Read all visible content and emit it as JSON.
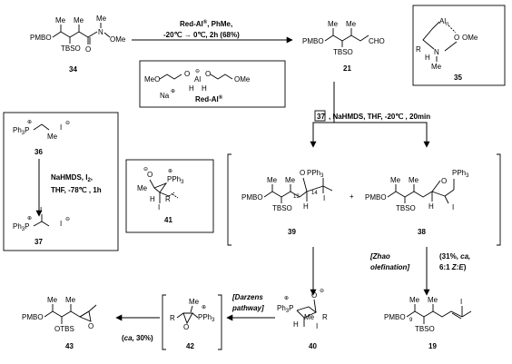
{
  "labels": {
    "pmbo": "PMBO",
    "tbso": "TBSO",
    "otbs": "OTBS",
    "me": "Me",
    "n": "N",
    "o": "O",
    "ome": "OMe",
    "cho": "CHO",
    "r": "R",
    "h": "H",
    "i": "I",
    "al": "Al",
    "al_sub": "n",
    "meo": "MeO",
    "na": "Na",
    "pph3": "PPh",
    "pph3_sub": "3",
    "ph3p": "Ph",
    "ph3p_sub": "3",
    "ph3p_p": "P",
    "pph3_full": "PPh3",
    "plus": "⊕",
    "minus": "⊖",
    "n13": "13",
    "n14": "14",
    "n9": "9",
    "plus_sign": "+"
  },
  "compounds": {
    "c34": "34",
    "c21": "21",
    "c35": "35",
    "c36": "36",
    "c37": "37",
    "c39": "39",
    "c38": "38",
    "c41": "41",
    "c19": "19",
    "c40": "40",
    "c42": "42",
    "c43": "43"
  },
  "conditions": {
    "step1_line1": "Red-Al",
    "step1_line1_sup": "®",
    "step1_line1_b": ", PhMe,",
    "step1_line2": "-20℃ → 0℃, 2h (68%)",
    "redal_name": "Red-Al",
    "redal_sup": "®",
    "step2_box": "37",
    "step2": ", NaHMDS,  THF, -20℃ , 20min",
    "wittig_1": "NaHMDS, I",
    "wittig_1_sub": "2",
    "wittig_1_tail": ",",
    "wittig_2": "THF, -78℃ , 1h",
    "zhao_1": "[Zhao",
    "zhao_2": "olefination]",
    "yield_1": "(31%, ",
    "yield_1_it": "ca,",
    "yield_2": "6:1 ",
    "yield_2_it": "Z:E",
    "yield_2_tail": ")",
    "darzens_1": "[Darzens",
    "darzens_2": "pathway]",
    "yield_43a": "(",
    "yield_43_it": "ca,",
    "yield_43b": " 30%)"
  }
}
